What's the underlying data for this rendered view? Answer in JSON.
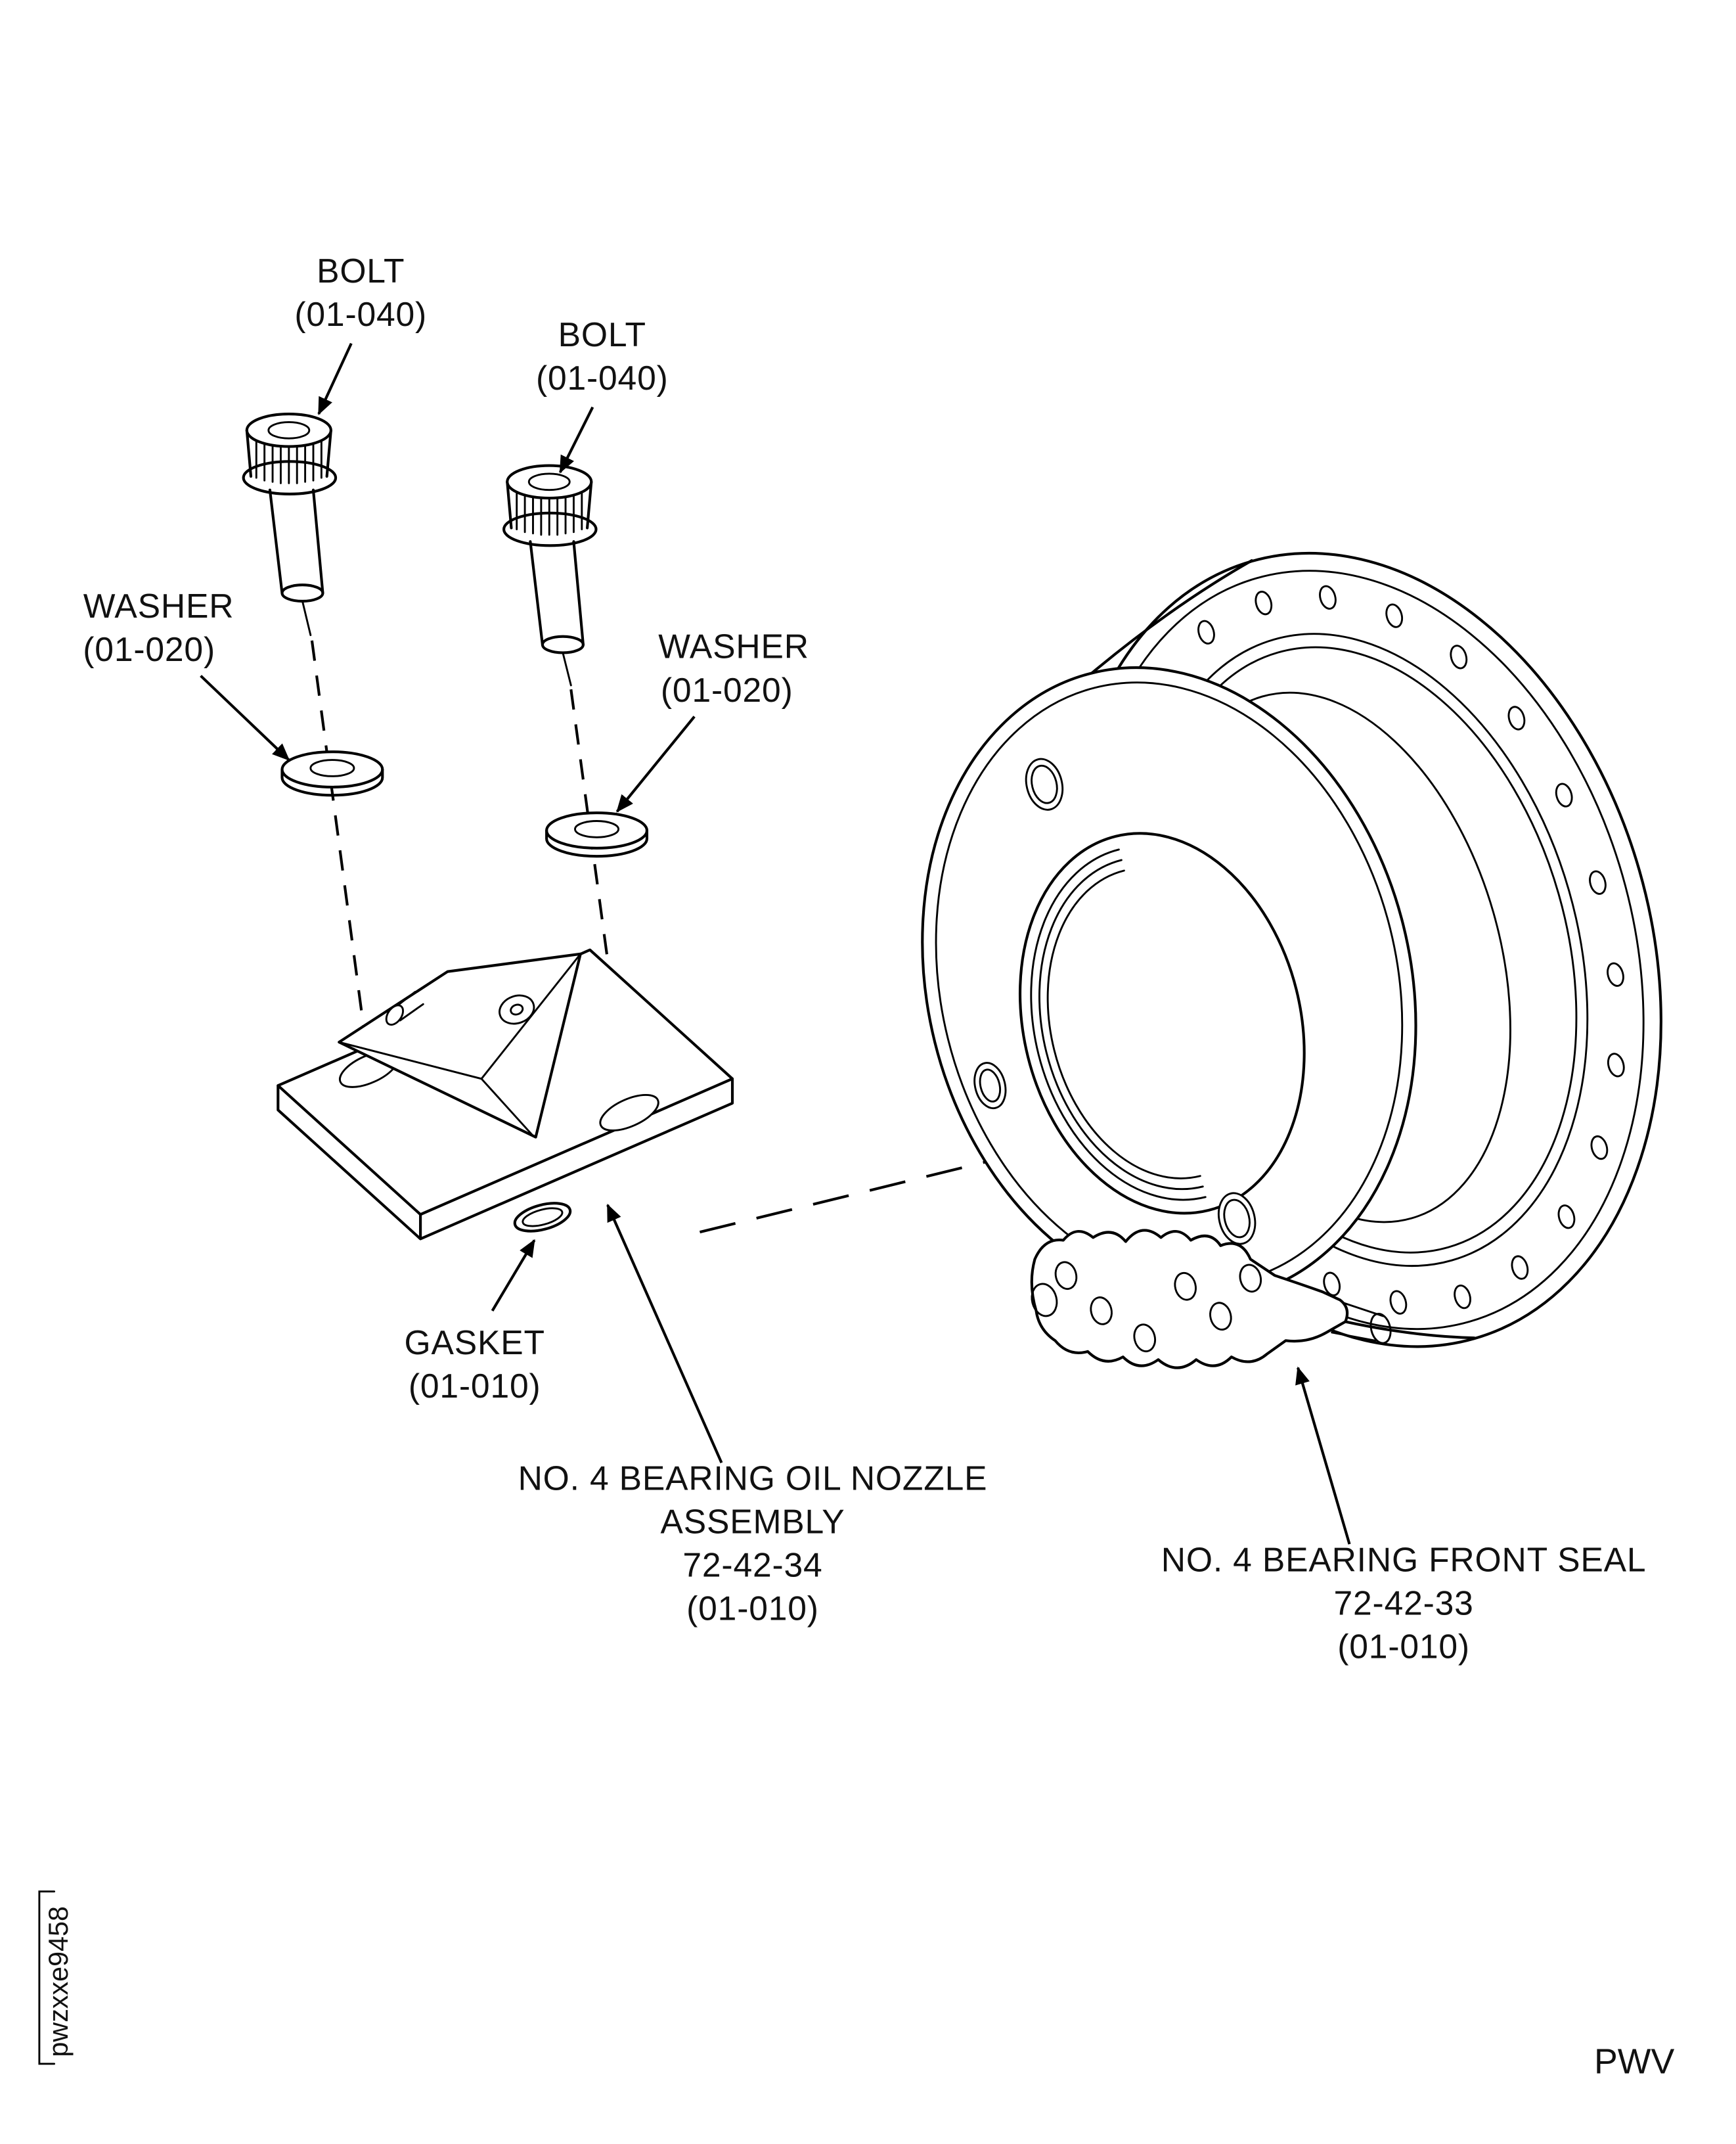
{
  "page": {
    "background_color": "#ffffff",
    "line_color": "#000000"
  },
  "labels": {
    "bolt_left": [
      "BOLT",
      "(01-040)"
    ],
    "bolt_right": [
      "BOLT",
      "(01-040)"
    ],
    "washer_left": [
      "WASHER",
      "(01-020)"
    ],
    "washer_right": [
      "WASHER",
      "(01-020)"
    ],
    "gasket": [
      "GASKET",
      "(01-010)"
    ],
    "nozzle_assembly": [
      "NO. 4 BEARING OIL NOZZLE",
      "ASSEMBLY",
      "72-42-34",
      "(01-010)"
    ],
    "front_seal": [
      "NO. 4 BEARING FRONT SEAL",
      "72-42-33",
      "(01-010)"
    ]
  },
  "footer": {
    "watermark": "pwzxxe9458",
    "page_code": "PWV"
  }
}
